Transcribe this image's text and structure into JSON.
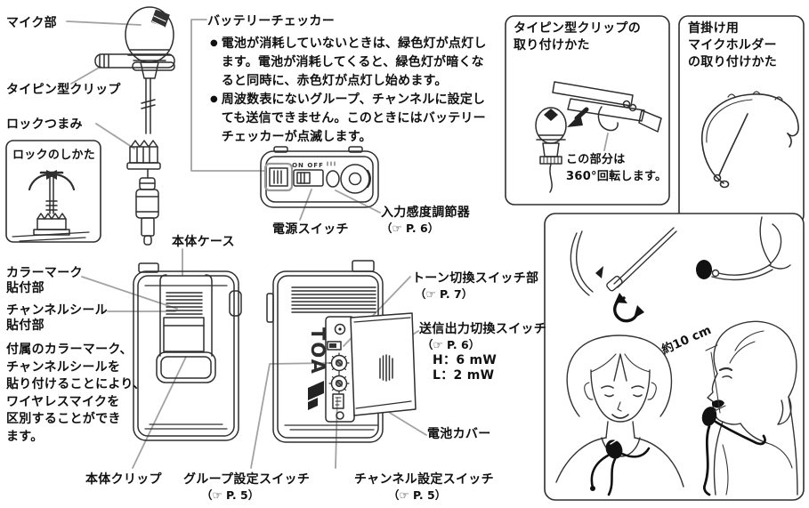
{
  "palette": {
    "ink": "#2e2e2e",
    "callout_gray": "#a2a2a2",
    "text": "#101010",
    "dark_fill": "#1b1b1b"
  },
  "mic_assembly": {
    "mic_part_label": "マイク部",
    "tiepin_clip_label": "タイピン型クリップ",
    "lock_knob_label": "ロックつまみ",
    "lock_box_title": "ロックのしかた"
  },
  "battery_checker": {
    "title": "バッテリーチェッカー",
    "bullet_marker": "●",
    "bullets": [
      "電池が消耗していないときは、緑色灯が点灯し\nます。電池が消耗してくると、緑色灯が暗くな\nると同時に、赤色灯が点灯し始めます。",
      "周波数表にないグループ、チャンネルに設定し\nても送信できません。このときにはバッテリー\nチェッカーが点滅します。"
    ]
  },
  "top_view": {
    "on_off": "ON OFF",
    "power_switch_label": "電源スイッチ",
    "input_sensitivity_label": "入力感度調節器",
    "input_sensitivity_ref": "（☞ P. 6）"
  },
  "front_view": {
    "body_case_label": "本体ケース",
    "color_mark_label": "カラーマーク\n貼付部",
    "channel_seal_label": "チャンネルシール\n貼付部",
    "note": "付属のカラーマーク、\nチャンネルシールを\n貼り付けることにより、\nワイヤレスマイクを\n区別することができ\nます。",
    "body_clip_label": "本体クリップ"
  },
  "back_view": {
    "brand": "TOA",
    "tone_switch_label": "トーン切換スイッチ部",
    "tone_switch_ref": "（☞ P. 7）",
    "tx_output_label": "送信出力切換スイッチ",
    "tx_output_ref": "（☞ P. 6）",
    "tx_output_high": "H：6 mW",
    "tx_output_low": "L：2 mW",
    "battery_cover_label": "電池カバー",
    "group_switch_label": "グループ設定スイッチ",
    "group_switch_ref": "（☞ P. 5）",
    "channel_switch_label": "チャンネル設定スイッチ",
    "channel_switch_ref": "（☞ P. 5）"
  },
  "tiepin_box": {
    "title": "タイピン型クリップの\n取り付けかた",
    "rotate_note": "この部分は\n360°回転します。"
  },
  "neck_holder_box": {
    "title": "首掛け用\nマイクホルダー\nの取り付けかた"
  },
  "wearing_box": {
    "distance_label": "約10 cm"
  }
}
